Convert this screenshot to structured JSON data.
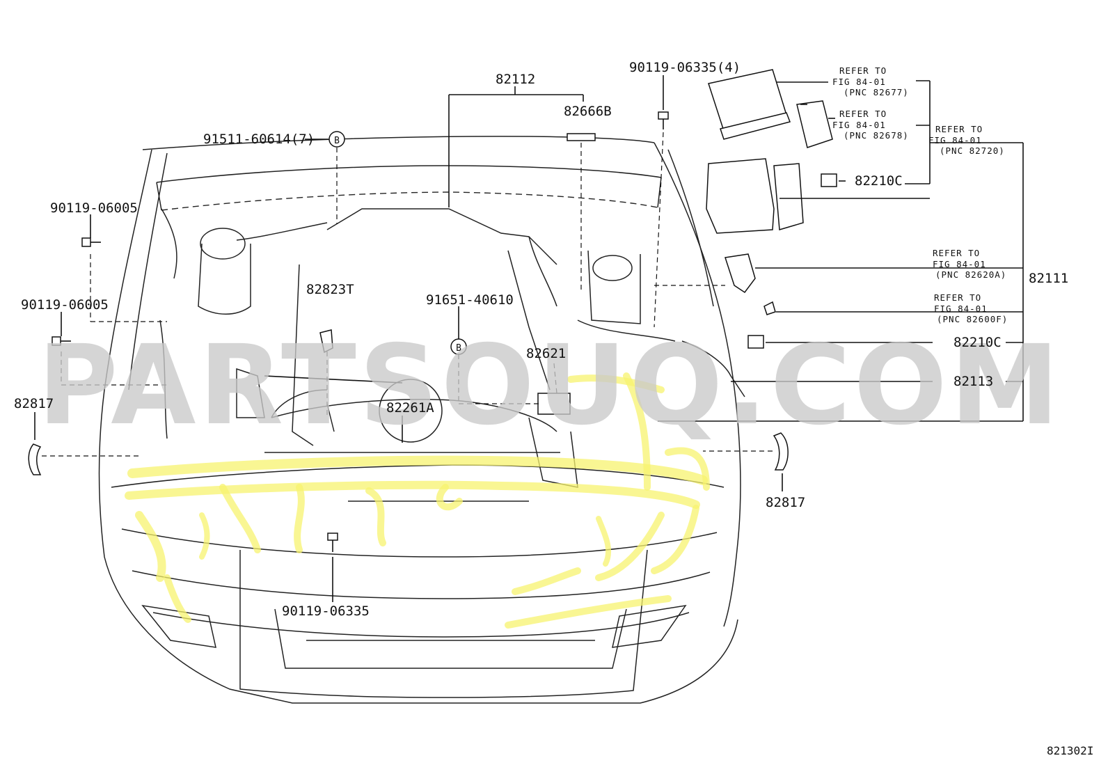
{
  "labels": {
    "p82112": "82112",
    "p82666B": "82666B",
    "p91511": "91511-60614(7)",
    "p90119_06335_4": "90119-06335(4)",
    "p90119_06005_a": "90119-06005",
    "p90119_06005_b": "90119-06005",
    "p82823T": "82823T",
    "p91651": "91651-40610",
    "p82621": "82621",
    "p82261A": "82261A",
    "p82817_left": "82817",
    "p82817_right": "82817",
    "p90119_06335": "90119-06335",
    "p82210C_top": "82210C",
    "p82210C_mid": "82210C",
    "p82111": "82111",
    "p82113": "82113",
    "marker_b1": "B",
    "marker_b2": "B",
    "figure_code": "821302I"
  },
  "refer_notes": [
    {
      "l1": "REFER TO",
      "l2": "FIG 84-01",
      "l3": "(PNC 82677)"
    },
    {
      "l1": "REFER TO",
      "l2": "FIG 84-01",
      "l3": "(PNC 82678)"
    },
    {
      "l1": "REFER TO",
      "l2": "FIG 84-01",
      "l3": "(PNC 82720)"
    },
    {
      "l1": "REFER TO",
      "l2": "FIG 84-01",
      "l3": "(PNC 82620A)"
    },
    {
      "l1": "REFER TO",
      "l2": "FIG 84-01",
      "l3": "(PNC 82600F)"
    }
  ],
  "watermark": "PARTSOUQ.COM",
  "colors": {
    "line": "#111111",
    "highlight": "#f7f36f",
    "watermark": "#c9c9c9"
  }
}
